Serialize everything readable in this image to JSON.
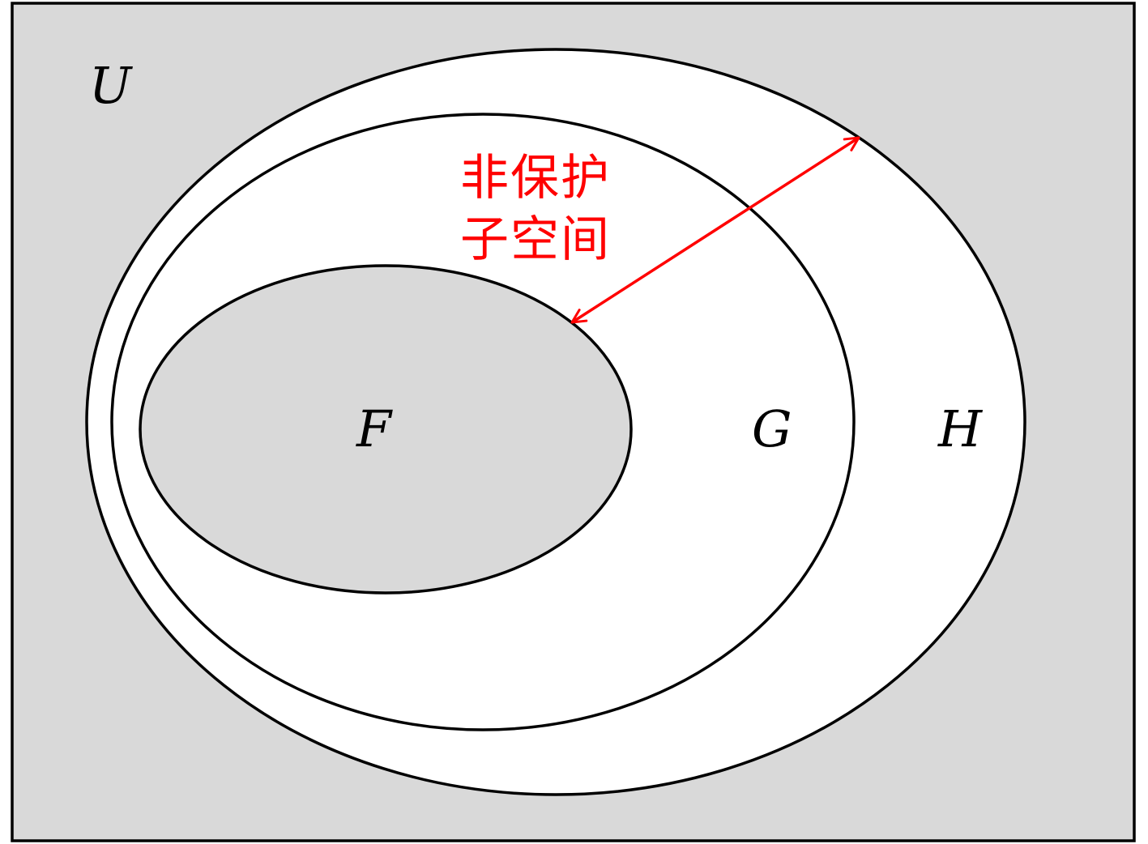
{
  "diagram": {
    "colors": {
      "outside_fill": "#d9d9d9",
      "region_fill": "#ffffff",
      "inner_fill": "#d9d9d9",
      "stroke": "#000000",
      "annotation": "#ff0000"
    },
    "sets": {
      "universe": {
        "label": "U"
      },
      "outer": {
        "label": "H"
      },
      "middle": {
        "label": "G"
      },
      "inner": {
        "label": "F"
      }
    },
    "annotation": {
      "line1": "非保护",
      "line2": "子空间"
    }
  }
}
